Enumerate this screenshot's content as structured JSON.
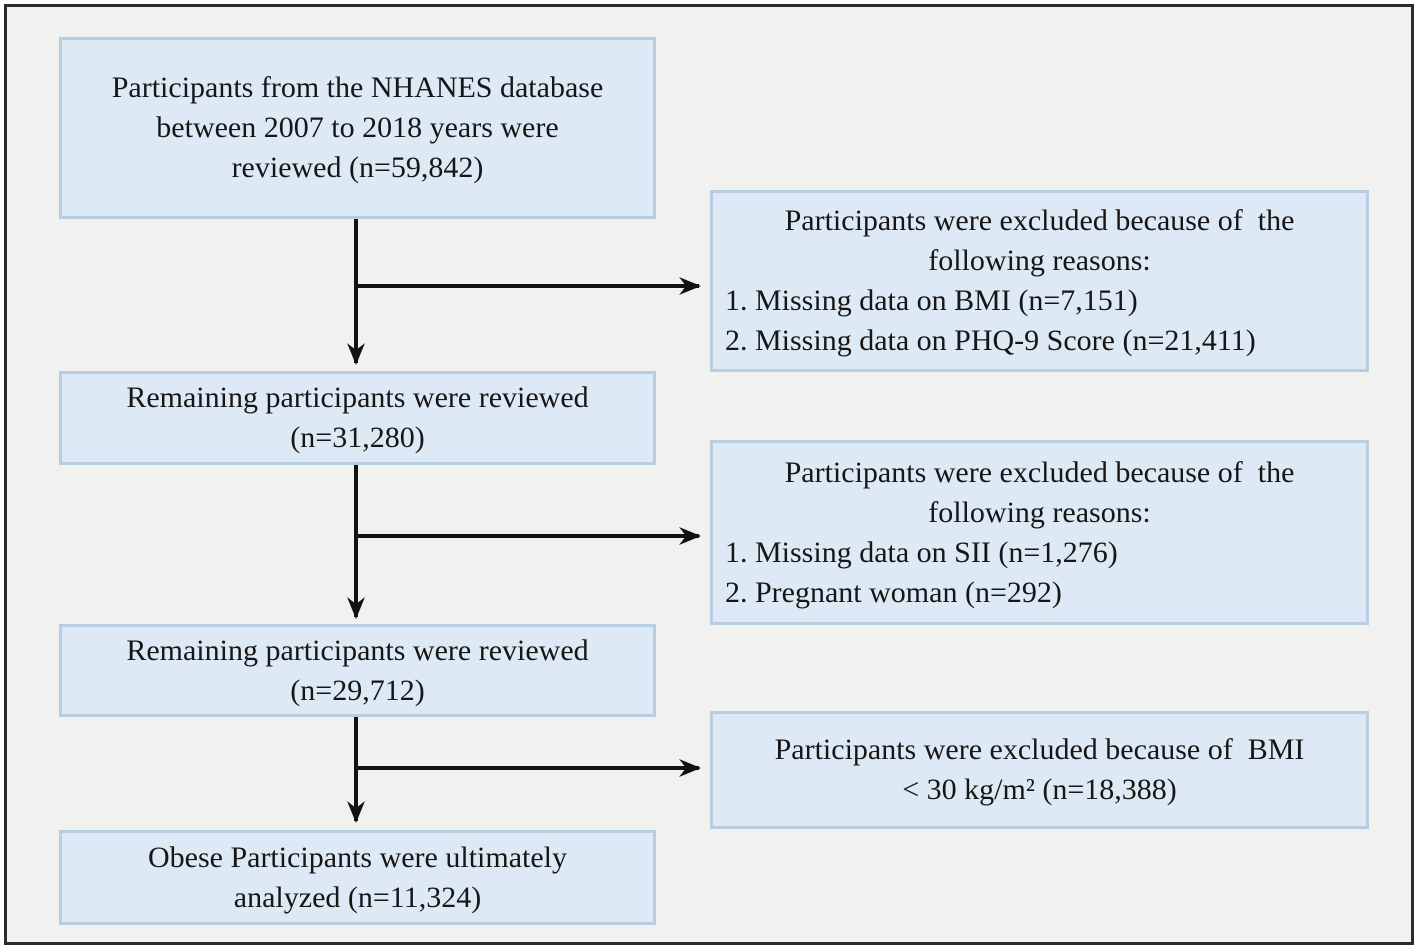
{
  "diagram": {
    "type": "participant-flow-diagram",
    "process_boxes": [
      {
        "text": "Participants from the NHANES database\nbetween 2007 to 2018 years were\nreviewed (n=59,842)"
      },
      {
        "text": "Remaining participants were reviewed\n(n=31,280)"
      },
      {
        "text": "Remaining participants were reviewed\n(n=29,712)"
      },
      {
        "text": "Obese Participants were ultimately\nanalyzed (n=11,324)"
      }
    ],
    "exclusion_boxes": [
      {
        "heading": "Participants were excluded because of  the\nfollowing reasons:",
        "items": [
          "1. Missing data on BMI (n=7,151)",
          "2. Missing data on PHQ-9 Score (n=21,411)"
        ]
      },
      {
        "heading": "Participants were excluded because of  the\nfollowing reasons:",
        "items": [
          "1. Missing data on SII (n=1,276)",
          "2. Pregnant woman (n=292)"
        ]
      },
      {
        "heading": "Participants were excluded because of  BMI\n< 30 kg/m² (n=18,388)",
        "items": []
      }
    ],
    "colors": {
      "box_fill": "#dde9f4",
      "box_border": "#b7cde2",
      "background": "#f1f1f0",
      "frame_border": "#2b2b2b",
      "arrow": "#121212",
      "text": "#161616"
    }
  }
}
